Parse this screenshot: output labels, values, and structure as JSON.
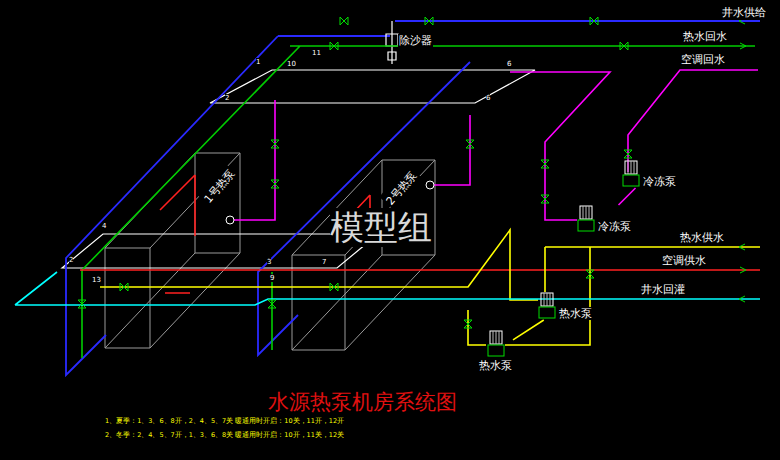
{
  "diagram": {
    "title": "水源热泵机房系统图",
    "nodes": [
      {
        "text": [
          "除沙器"
        ]
      },
      {
        "text": [
          "1号热泵"
        ]
      },
      {
        "text": [
          "2号热泵"
        ]
      },
      {
        "text": [
          "冷冻泵"
        ]
      },
      {
        "text": [
          "冷冻泵"
        ]
      },
      {
        "text": [
          "热水泵"
        ]
      },
      {
        "text": [
          "热水泵"
        ]
      }
    ],
    "edges": [
      {
        "from": 3,
        "to": 4,
        "arrow": "none"
      },
      {
        "from": 5,
        "to": 6,
        "arrow": "none"
      }
    ],
    "labels": [
      "井水供给",
      "热水回水",
      "空调回水",
      "热水供水",
      "空调供水",
      "井水回灌",
      "1",
      "2",
      "10",
      "11",
      "6",
      "6",
      "4",
      "2",
      "13",
      "3",
      "9",
      "7",
      "模型组",
      "1、夏季：1、3、6、8开，2、4、5、7关    暖通用时开启：10关，11开，12开",
      "2、冬季：2、4、5、7开，1、3、6、8关    暖通用时开启：10开，11关，12关"
    ]
  }
}
